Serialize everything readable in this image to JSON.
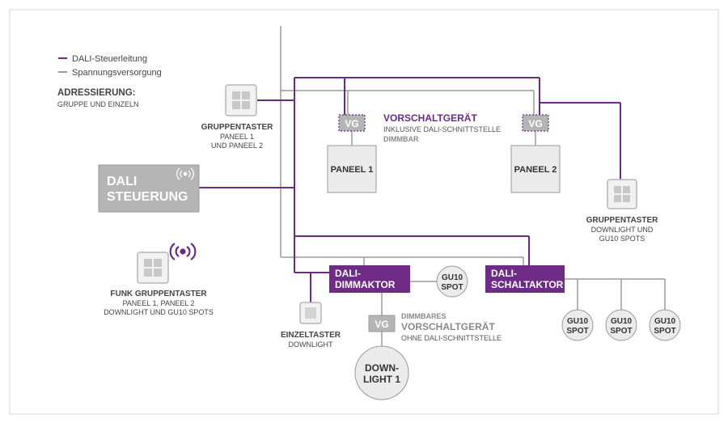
{
  "legend": {
    "control_line": "DALI-Steuerleitung",
    "power_supply": "Spannungsversorgung",
    "addressing_title": "ADRESSIERUNG:",
    "addressing_value": "GRUPPE UND EINZELN"
  },
  "colors": {
    "purple": "#6b2a84",
    "purple_fill": "#6f2c86",
    "gray_line": "#9a9a9a",
    "gray_box": "#b5b5b5",
    "panel_fill": "#ebebeb",
    "text_dark": "#333333",
    "text_gray": "#8a8a8a"
  },
  "dali_control": {
    "line1": "DALI",
    "line2": "STEUERUNG",
    "icon": "wireless-signal-icon"
  },
  "group_switch_1": {
    "title": "GRUPPENTASTER",
    "line1": "PANEEL 1",
    "line2": "UND PANEEL 2"
  },
  "group_switch_2": {
    "title": "GRUPPENTASTER",
    "line1": "DOWNLIGHT UND",
    "line2": "GU10 SPOTS"
  },
  "radio_switch": {
    "title": "FUNK GRUPPENTASTER",
    "line1": "PANEEL 1, PANEEL 2",
    "line2": "DOWNLIGHT UND GU10 SPOTS",
    "icon": "wireless-signal-icon"
  },
  "single_switch": {
    "title": "EINZELTASTER",
    "line1": "DOWNLIGHT"
  },
  "ballast_label": {
    "title": "VORSCHALTGERÄT",
    "line1": "INKLUSIVE DALI-SCHNITTSTELLE",
    "line2": "DIMMBAR"
  },
  "ballast_vg": "VG",
  "panel_1": "PANEEL 1",
  "panel_2": "PANEEL 2",
  "dimmer": {
    "line1": "DALI-",
    "line2": "DIMMAKTOR"
  },
  "switch_actuator": {
    "line1": "DALI-",
    "line2": "SCHALTAKTOR"
  },
  "gu10": {
    "line1": "GU10",
    "line2": "SPOT"
  },
  "dimmable_ballast": {
    "vg": "VG",
    "line1": "DIMMBARES",
    "line2": "VORSCHALTGERÄT",
    "line3": "OHNE DALI-SCHNITTSTELLE"
  },
  "downlight": {
    "line1": "DOWN-",
    "line2": "LIGHT 1"
  }
}
